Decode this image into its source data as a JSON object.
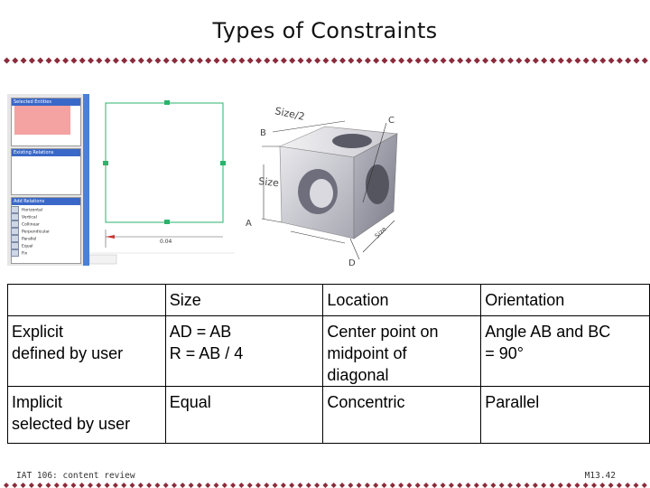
{
  "slide": {
    "title": "Types of Constraints"
  },
  "colors": {
    "accent_dots": "#8b2b3b",
    "cad_panel_bg": "#e6e6e6",
    "cad_header": "#3a68c8",
    "cad_selection_fill": "#f4a2a2",
    "cad_sketch_line": "#2bb36b"
  },
  "cad": {
    "sections": {
      "selected": "Selected Entities",
      "existing": "Existing Relations",
      "add": "Add Relations"
    },
    "relations": [
      "Horizontal",
      "Vertical",
      "Collinear",
      "Perpendicular",
      "Parallel",
      "Equal",
      "Fix"
    ],
    "dimension": "0.04"
  },
  "figure": {
    "labels": {
      "size_half": "Size/2",
      "size": "Size",
      "a": "A",
      "b": "B",
      "c": "C",
      "d": "D",
      "size_right": "Size"
    }
  },
  "table": {
    "header": [
      "",
      "Size",
      "Location",
      "Orientation"
    ],
    "rows": [
      {
        "label": [
          "Explicit",
          "defined by user"
        ],
        "size": [
          "AD = AB",
          "R = AB / 4"
        ],
        "location": [
          "Center point on",
          "midpoint of",
          "diagonal"
        ],
        "orientation": [
          "Angle AB and BC",
          "= 90°"
        ]
      },
      {
        "label": [
          "Implicit",
          "selected by user"
        ],
        "size": [
          "Equal"
        ],
        "location": [
          "Concentric"
        ],
        "orientation": [
          "Parallel"
        ]
      }
    ]
  },
  "footer": {
    "left": "IAT 106: content review",
    "right": "M13.42"
  }
}
